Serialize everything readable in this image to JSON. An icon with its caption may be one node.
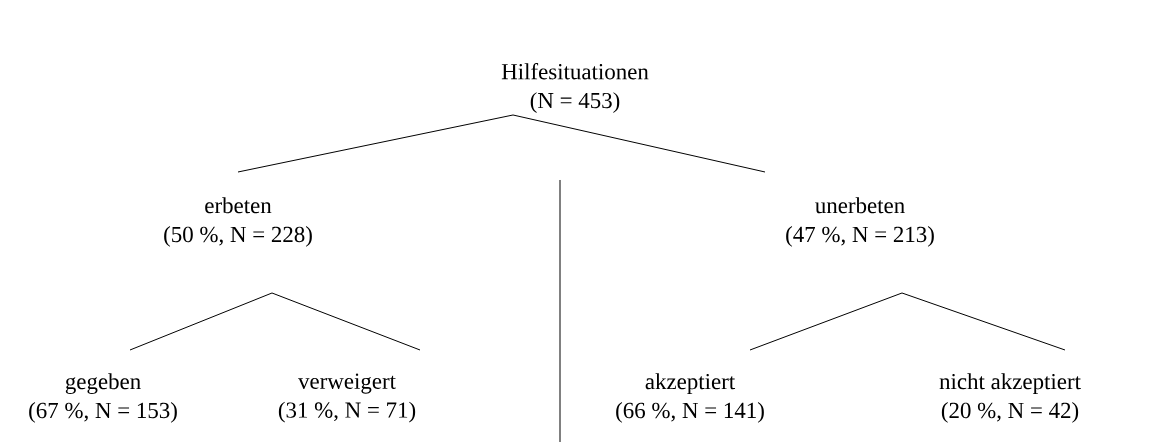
{
  "diagram": {
    "nodes": [
      {
        "text": [
          "Hilfesituationen",
          "(N = 453)"
        ]
      },
      {
        "text": [
          "erbeten",
          "(50 %, N = 228)"
        ]
      },
      {
        "text": [
          "unerbeten",
          "(47 %, N = 213)"
        ]
      },
      {
        "text": [
          "gegeben",
          "(67 %, N = 153)"
        ]
      },
      {
        "text": [
          "verweigert",
          "(31 %, N = 71)"
        ]
      },
      {
        "text": [
          "akzeptiert",
          "(66 %, N = 141)"
        ]
      },
      {
        "text": [
          "nicht akzeptiert",
          "(20 %, N = 42)"
        ]
      }
    ],
    "edges": [
      {
        "from": 0,
        "to": 1,
        "arrow": "none"
      },
      {
        "from": 0,
        "to": 2,
        "arrow": "none"
      },
      {
        "from": 1,
        "to": 3,
        "arrow": "none"
      },
      {
        "from": 1,
        "to": 4,
        "arrow": "none"
      },
      {
        "from": 2,
        "to": 5,
        "arrow": "none"
      },
      {
        "from": 2,
        "to": 6,
        "arrow": "none"
      }
    ]
  }
}
